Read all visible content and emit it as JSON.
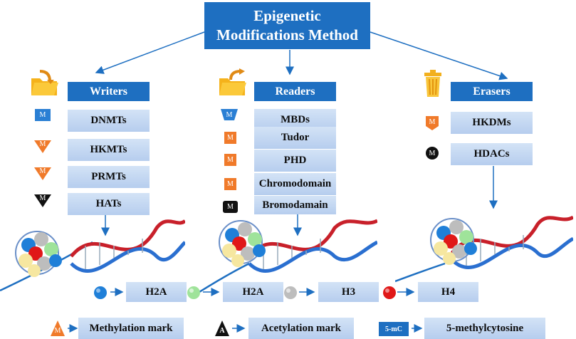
{
  "title": {
    "line1": "Epigenetic",
    "line2": "Modifications Method"
  },
  "columns": {
    "writers": {
      "header": "Writers",
      "items": [
        "DNMTs",
        "HKMTs",
        "PRMTs",
        "HATs"
      ]
    },
    "readers": {
      "header": "Readers",
      "items": [
        "MBDs",
        "Tudor",
        "PHD",
        "Chromodomain",
        "Bromodamain"
      ]
    },
    "erasers": {
      "header": "Erasers",
      "items": [
        "HKDMs",
        "HDACs"
      ]
    }
  },
  "mark_letter": "M",
  "histones": [
    {
      "label": "H2A",
      "color": "#1f7fd8"
    },
    {
      "label": "H2A",
      "color": "#9fe39a"
    },
    {
      "label": "H3",
      "color": "#bdbdbd"
    },
    {
      "label": "H4",
      "color": "#e01818"
    }
  ],
  "legend": {
    "methylation": "Methylation mark",
    "acetylation": "Acetylation mark",
    "acetylation_glyph": "A",
    "methylcytosine": "5-methylcytosine",
    "methylcytosine_glyph": "5-mC"
  },
  "colors": {
    "primary_blue": "#1e6fc1",
    "label_blue": "#c3d6f1",
    "orange": "#f07a2a",
    "dna_red": "#c8202a",
    "dna_blue": "#2a6fd0"
  }
}
